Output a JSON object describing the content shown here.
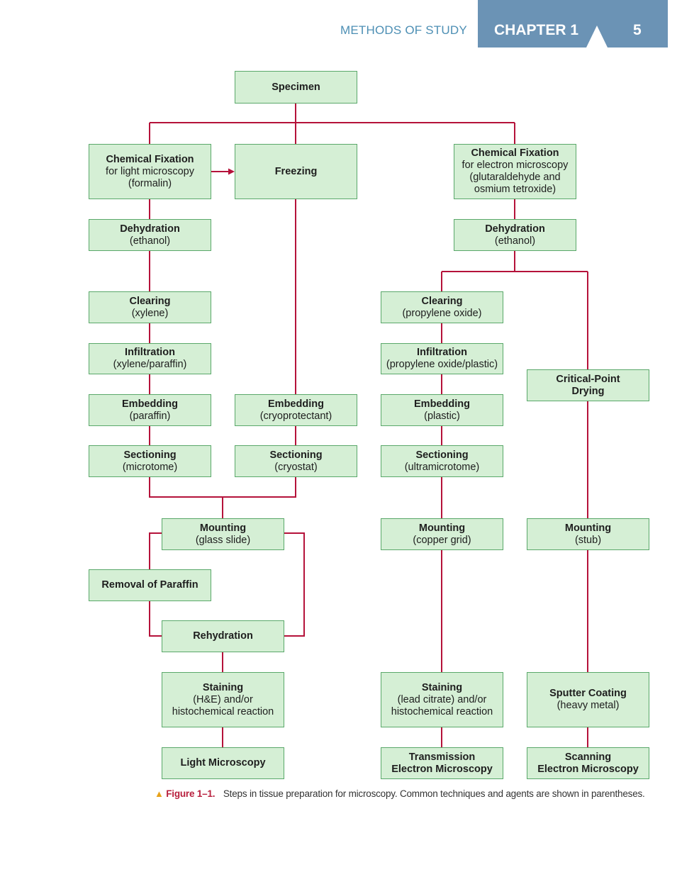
{
  "header": {
    "section": "METHODS OF STUDY",
    "chapter": "CHAPTER 1",
    "page": "5"
  },
  "colors": {
    "box_fill": "#d5efd5",
    "box_border": "#5aa86a",
    "connector": "#b5123a",
    "header_tab": "#6b93b5",
    "header_text": "#4d8fb4",
    "caption_label": "#b8203e"
  },
  "boxes": {
    "specimen": {
      "title": "Specimen"
    },
    "chem_fix_lm": {
      "title": "Chemical Fixation",
      "sub": [
        "for light microscopy",
        "(formalin)"
      ]
    },
    "freezing": {
      "title": "Freezing"
    },
    "chem_fix_em": {
      "title": "Chemical Fixation",
      "sub": [
        "for electron microscopy",
        "(glutaraldehyde and",
        "osmium tetroxide)"
      ]
    },
    "dehyd_lm": {
      "title": "Dehydration",
      "sub": [
        "(ethanol)"
      ]
    },
    "dehyd_em": {
      "title": "Dehydration",
      "sub": [
        "(ethanol)"
      ]
    },
    "clear_lm": {
      "title": "Clearing",
      "sub": [
        "(xylene)"
      ]
    },
    "clear_em": {
      "title": "Clearing",
      "sub": [
        "(propylene oxide)"
      ]
    },
    "infil_lm": {
      "title": "Infiltration",
      "sub": [
        "(xylene/paraffin)"
      ]
    },
    "infil_em": {
      "title": "Infiltration",
      "sub": [
        "(propylene oxide/plastic)"
      ]
    },
    "cpd": {
      "title": "Critical-Point",
      "title2": "Drying"
    },
    "embed_lm": {
      "title": "Embedding",
      "sub": [
        "(paraffin)"
      ]
    },
    "embed_fr": {
      "title": "Embedding",
      "sub": [
        "(cryoprotectant)"
      ]
    },
    "embed_em": {
      "title": "Embedding",
      "sub": [
        "(plastic)"
      ]
    },
    "sect_lm": {
      "title": "Sectioning",
      "sub": [
        "(microtome)"
      ]
    },
    "sect_fr": {
      "title": "Sectioning",
      "sub": [
        "(cryostat)"
      ]
    },
    "sect_em": {
      "title": "Sectioning",
      "sub": [
        "(ultramicrotome)"
      ]
    },
    "mount_lm": {
      "title": "Mounting",
      "sub": [
        "(glass slide)"
      ]
    },
    "mount_tem": {
      "title": "Mounting",
      "sub": [
        "(copper grid)"
      ]
    },
    "mount_sem": {
      "title": "Mounting",
      "sub": [
        "(stub)"
      ]
    },
    "remove_paraffin": {
      "title": "Removal of Paraffin"
    },
    "rehydration": {
      "title": "Rehydration"
    },
    "stain_lm": {
      "title": "Staining",
      "sub": [
        "(H&E) and/or",
        "histochemical reaction"
      ]
    },
    "stain_tem": {
      "title": "Staining",
      "sub": [
        "(lead citrate) and/or",
        "histochemical reaction"
      ]
    },
    "sputter": {
      "title": "Sputter Coating",
      "sub": [
        "(heavy metal)"
      ]
    },
    "light_micro": {
      "title": "Light Microscopy"
    },
    "tem": {
      "title": "Transmission",
      "title2": "Electron Microscopy"
    },
    "sem": {
      "title": "Scanning",
      "title2": "Electron Microscopy"
    }
  },
  "caption": {
    "marker": "▲",
    "label": "Figure 1–1.",
    "text": "Steps in tissue preparation for microscopy. Common techniques and agents are shown in parentheses."
  }
}
